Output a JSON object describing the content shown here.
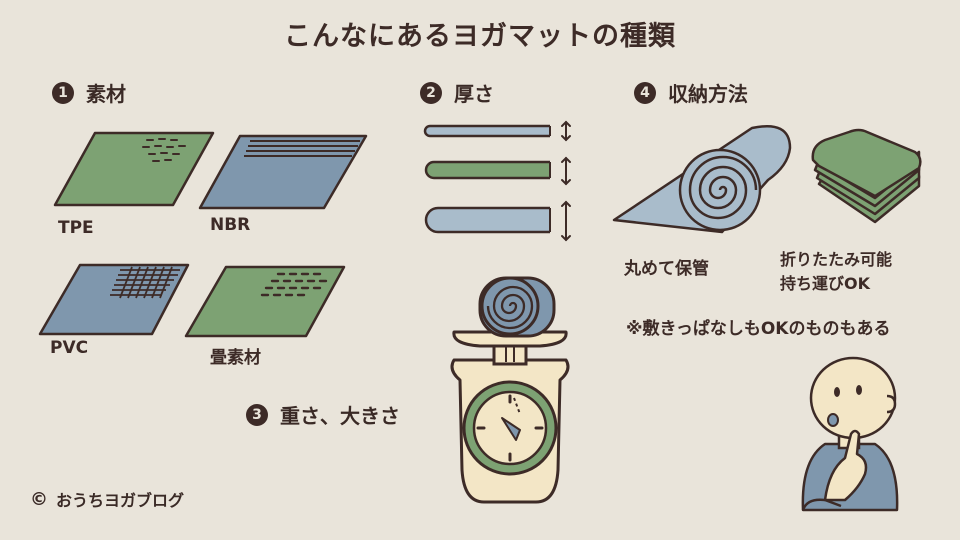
{
  "title": "こんなにあるヨガマットの種類",
  "sections": {
    "material": {
      "number": "1",
      "label": "素材"
    },
    "thickness": {
      "number": "2",
      "label": "厚さ"
    },
    "weight": {
      "number": "3",
      "label": "重さ、大きさ"
    },
    "storage": {
      "number": "4",
      "label": "収納方法"
    }
  },
  "materials": [
    "TPE",
    "NBR",
    "PVC",
    "畳素材"
  ],
  "storage_items": {
    "rolled": "丸めて保管",
    "folded_line1": "折りたたみ可能",
    "folded_line2": "持ち運びOK",
    "note": "※敷きっぱなしもOKのものもある"
  },
  "footer": {
    "copyright_symbol": "©",
    "brand": "おうちヨガブログ"
  },
  "colors": {
    "background": "#e9e4da",
    "ink": "#3d2b27",
    "green": "#7da273",
    "blue": "#7f97ad",
    "light_blue": "#a9bccb",
    "cream": "#f3e6c6"
  }
}
